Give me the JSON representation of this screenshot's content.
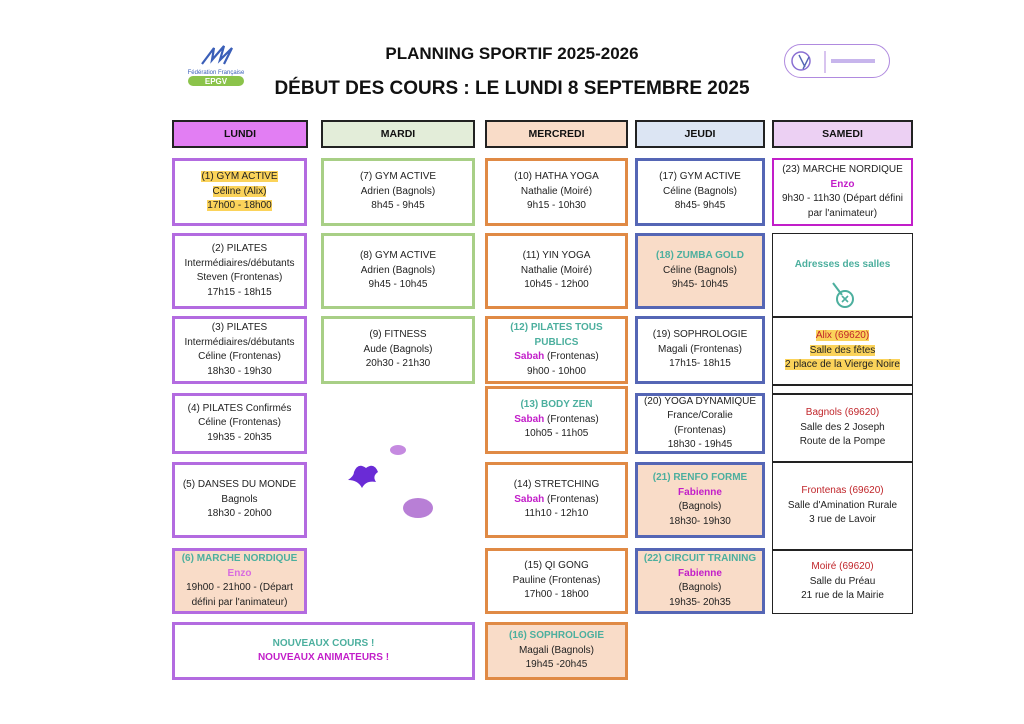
{
  "header": {
    "title": "PLANNING SPORTIF 2025-2026",
    "subtitle": "DÉBUT DES COURS : LE LUNDI  8 SEPTEMBRE 2025",
    "logo_left_caption": "Fédération Française",
    "logo_left_text": "EPGV"
  },
  "days": {
    "lundi": "LUNDI",
    "mardi": "MARDI",
    "mercredi": "MERCREDI",
    "jeudi": "JEUDI",
    "samedi": "SAMEDI"
  },
  "colors": {
    "lundi": "#e27ef3",
    "mardi": "#e3edd9",
    "mercredi": "#f9dcc8",
    "jeudi": "#dce5f3",
    "samedi": "#ecd0f3"
  },
  "lundi": [
    {
      "l1": "(1) GYM ACTIVE",
      "l2": "Céline (Alix)",
      "l3": "17h00 - 18h00"
    },
    {
      "l1": "(2) PILATES",
      "l2": "Intermédiaires/débutants",
      "l3": "Steven (Frontenas)",
      "l4": "17h15 - 18h15"
    },
    {
      "l1": "(3) PILATES",
      "l2": "Intermédiaires/débutants",
      "l3": "Céline (Frontenas)",
      "l4": "18h30 - 19h30"
    },
    {
      "l1": "(4) PILATES Confirmés",
      "l2": "Céline  (Frontenas)",
      "l3": "19h35 - 20h35"
    },
    {
      "l1": "(5) DANSES DU MONDE",
      "l2": "Bagnols",
      "l3": "18h30 - 20h00"
    },
    {
      "l1": "(6) MARCHE NORDIQUE",
      "l2": "Enzo",
      "l3": "19h00 - 21h00 - (Départ",
      "l4": "défini par l'animateur)"
    }
  ],
  "mardi": [
    {
      "l1": "(7) GYM ACTIVE",
      "l2": "Adrien (Bagnols)",
      "l3": "8h45 - 9h45"
    },
    {
      "l1": "(8) GYM ACTIVE",
      "l2": "Adrien (Bagnols)",
      "l3": "9h45 - 10h45"
    },
    {
      "l1": "(9) FITNESS",
      "l2": "Aude   (Bagnols)",
      "l3": "20h30 - 21h30"
    }
  ],
  "mercredi": [
    {
      "l1": "(10) HATHA YOGA",
      "l2": "Nathalie  (Moiré)",
      "l3": "9h15 - 10h30"
    },
    {
      "l1": "(11) YIN YOGA",
      "l2": "Nathalie (Moiré)",
      "l3": "10h45 - 12h00"
    },
    {
      "l1": "(12) PILATES TOUS PUBLICS",
      "l2a": "Sabah",
      "l2b": " (Frontenas)",
      "l3": "9h00 - 10h00"
    },
    {
      "l1": "(13) BODY ZEN",
      "l2a": "Sabah",
      "l2b": " (Frontenas)",
      "l3": "10h05 - 11h05"
    },
    {
      "l1": "(14) STRETCHING",
      "l2a": "Sabah",
      "l2b": " (Frontenas)",
      "l3": "11h10 - 12h10"
    },
    {
      "l1": "(15) QI GONG",
      "l2": "Pauline (Frontenas)",
      "l3": "17h00 - 18h00"
    },
    {
      "l1": "(16) SOPHROLOGIE",
      "l2": "Magali (Bagnols)",
      "l3": "19h45 -20h45"
    }
  ],
  "jeudi": [
    {
      "l1": "(17) GYM ACTIVE",
      "l2": "Céline  (Bagnols)",
      "l3": "8h45- 9h45"
    },
    {
      "l1": "(18) ZUMBA GOLD",
      "l2": "Céline  (Bagnols)",
      "l3": "9h45- 10h45"
    },
    {
      "l1": "(19) SOPHROLOGIE",
      "l2": "Magali  (Frontenas)",
      "l3": "17h15- 18h15"
    },
    {
      "l1": "(20) YOGA DYNAMIQUE",
      "l2": "France/Coralie (Frontenas)",
      "l3": "18h30 - 19h45"
    },
    {
      "l1": "(21) RENFO FORME",
      "l2": "Fabienne",
      "l3": "(Bagnols)",
      "l4": "18h30- 19h30"
    },
    {
      "l1": "(22) CIRCUIT TRAINING",
      "l2": "Fabienne",
      "l3": "(Bagnols)",
      "l4": "19h35- 20h35"
    }
  ],
  "samedi": {
    "course": {
      "l1": "(23) MARCHE NORDIQUE",
      "l2": "Enzo",
      "l3": "9h30 - 11h30  (Départ défini",
      "l4": "par l'animateur)"
    },
    "addresses_title": "Adresses des salles",
    "alix": {
      "l1": "Alix (69620)",
      "l2": "Salle des fêtes",
      "l3": "2 place de la Vierge Noire"
    },
    "bagnols": {
      "l1": "Bagnols (69620)",
      "l2": "Salle des 2 Joseph",
      "l3": "Route de la Pompe"
    },
    "frontenas": {
      "l1": "Frontenas (69620)",
      "l2": "Salle d'Amination Rurale",
      "l3": "3 rue de Lavoir"
    },
    "moire": {
      "l1": "Moiré (69620)",
      "l2": "Salle du Préau",
      "l3": "21 rue de la Mairie"
    }
  },
  "notice": {
    "l1": "NOUVEAUX COURS !",
    "l2": "NOUVEAUX ANIMATEURS !"
  }
}
